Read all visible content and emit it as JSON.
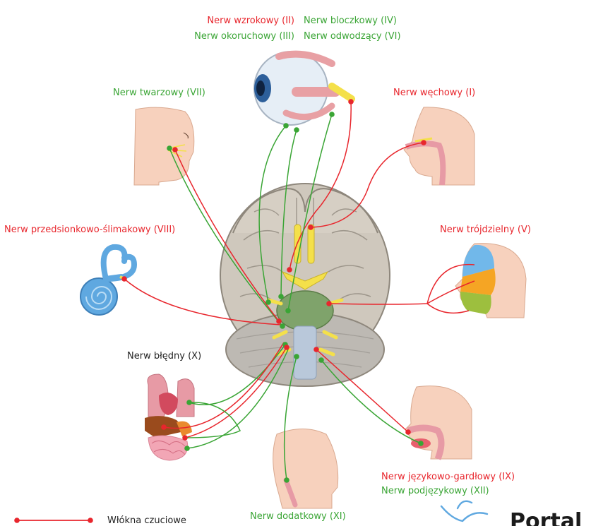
{
  "colors": {
    "sensory": "#e8262d",
    "motor": "#3aa535",
    "neutral": "#222222",
    "skin": "#f7d1bd",
    "brain": "#c9c2b7",
    "nerve": "#f4e04a",
    "brainstem": "#7fa36b",
    "ear": "#5fa8e0",
    "logo": "#1b1b1b"
  },
  "labels": {
    "optic": "Nerw wzrokowy (II)",
    "oculomotor": "Nerw okoruchowy (III)",
    "trochlear": "Nerw bloczkowy (IV)",
    "abducens": "Nerw odwodzący (VI)",
    "facial": "Nerw twarzowy (VII)",
    "olfactory": "Nerw węchowy (I)",
    "vestibulocochlear": "Nerw przedsionkowo-ślimakowy (VIII)",
    "trigeminal": "Nerw trójdzielny (V)",
    "vagus": "Nerw błędny (X)",
    "glossopharyngeal": "Nerw językowo-gardłowy (IX)",
    "hypoglossal": "Nerw podjęzykowy (XII)",
    "accessory": "Nerw dodatkowy (XI)"
  },
  "legend": {
    "sensory": "Włókna czuciowe"
  },
  "logo": {
    "text": "Portal"
  },
  "icons": [
    "eye-icon",
    "head-icon",
    "ear-icon",
    "organs-icon",
    "brain-icon",
    "logo-icon"
  ]
}
